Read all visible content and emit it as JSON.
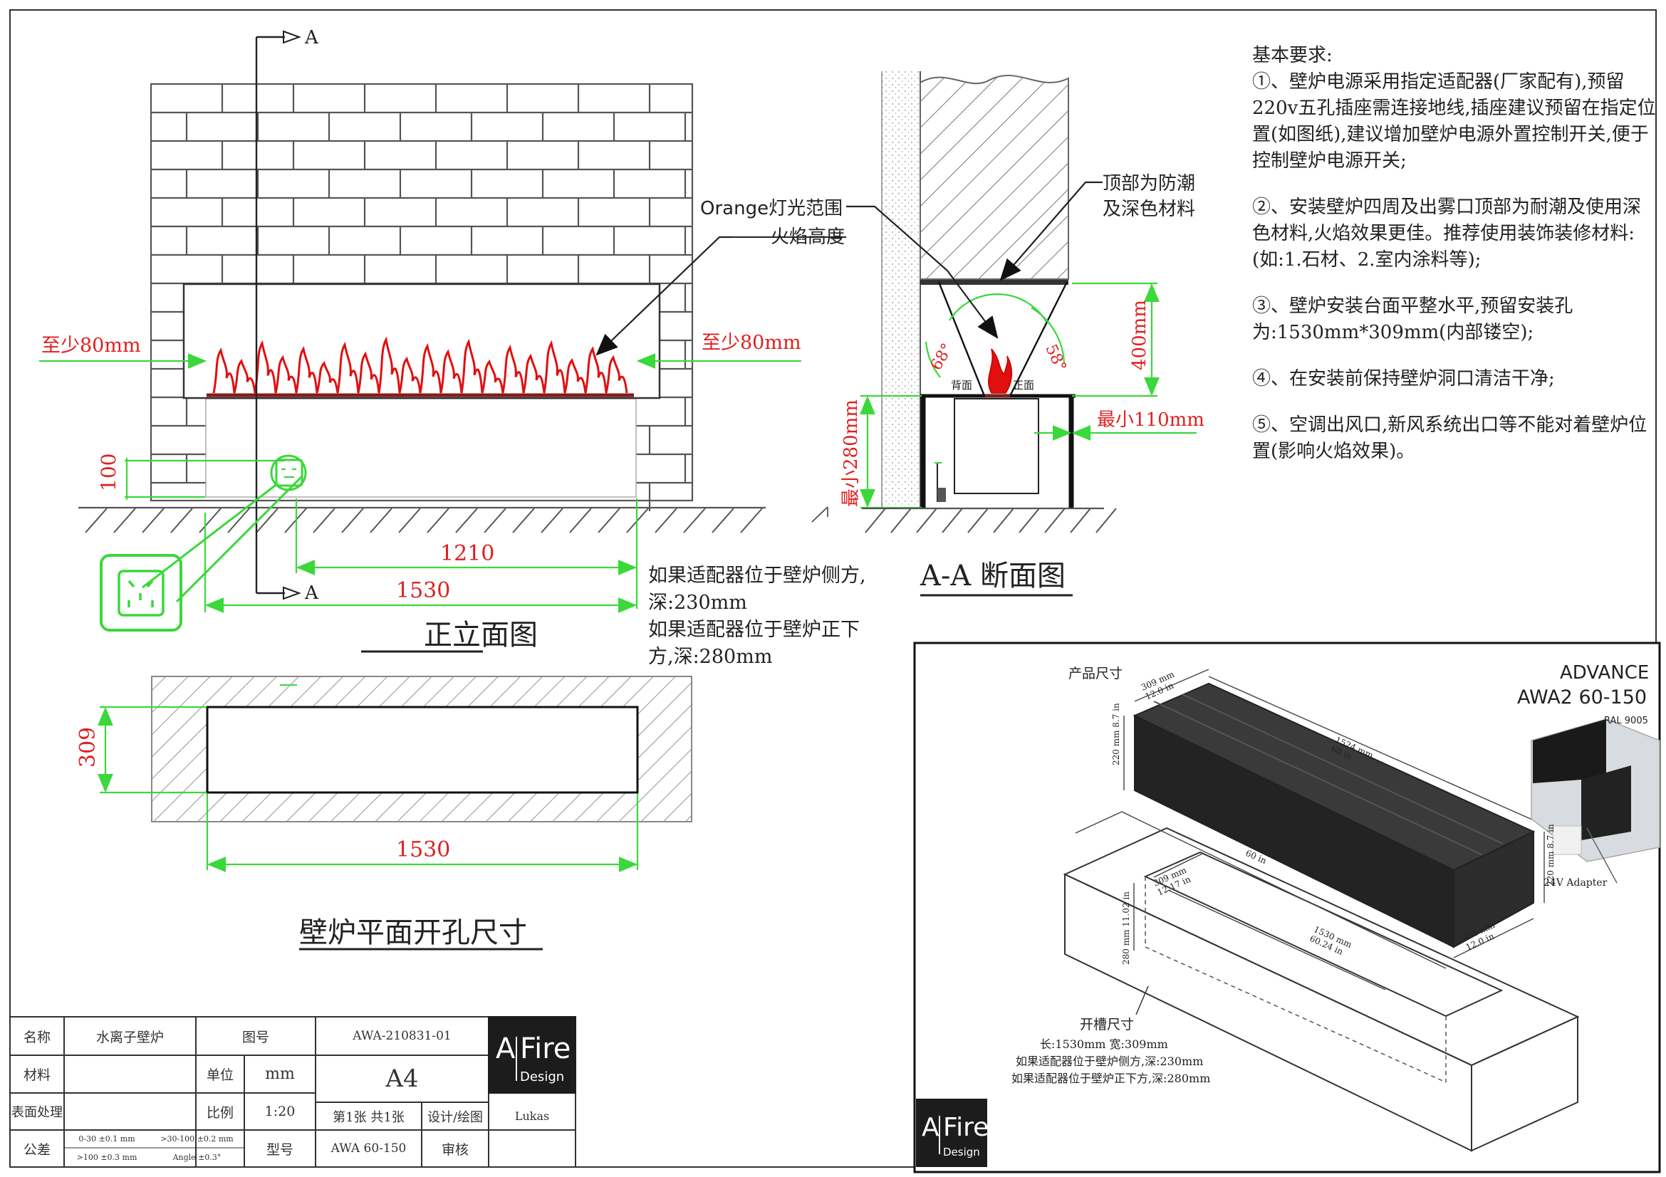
{
  "section_marker": "A",
  "front_view": {
    "title": "正立面图",
    "dim_left": "至少80mm",
    "dim_right": "至少80mm",
    "dim_socket_height": "100",
    "dim_inner_width": "1210",
    "dim_outer_width": "1530",
    "callout_light": "Orange灯光范围",
    "callout_flame": "火焰高度"
  },
  "adapter_note": {
    "line1": "如果适配器位于壁炉侧方,",
    "line2": "深:230mm",
    "line3": "如果适配器位于壁炉正下",
    "line4": "方,深:280mm"
  },
  "section_view": {
    "title": "A-A 断面图",
    "callout_top_1": "顶部为防潮",
    "callout_top_2": "及深色材料",
    "angle_left": "68°",
    "angle_right": "58°",
    "dim_height": "400mm",
    "dim_min_side": "最小110mm",
    "dim_min_depth": "最小280mm",
    "back_label": "背面",
    "front_label": "正面"
  },
  "plan_view": {
    "title": "壁炉平面开孔尺寸",
    "dim_depth": "309",
    "dim_width": "1530"
  },
  "requirements": {
    "heading": "基本要求:",
    "items": [
      "①、壁炉电源采用指定适配器(厂家配有),预留220v五孔插座需连接地线,插座建议预留在指定位置(如图纸),建议增加壁炉电源外置控制开关,便于控制壁炉电源开关;",
      "②、安装壁炉四周及出雾口顶部为耐潮及使用深色材料,火焰效果更佳。推荐使用装饰装修材料:(如:1.石材、2.室内涂料等);",
      "③、壁炉安装台面平整水平,预留安装孔为:1530mm*309mm(内部镂空);",
      "④、在安装前保持壁炉洞口清洁干净;",
      "⑤、空调出风口,新风系统出口等不能对着壁炉位置(影响火焰效果)。"
    ]
  },
  "product_panel": {
    "brand_line1": "ADVANCE",
    "brand_line2": "AWA2 60-150",
    "ral": "RAL 9005",
    "size_label": "产品尺寸",
    "adapter_label": "24V Adapter",
    "dim_top_depth_mm": "309",
    "dim_top_depth_in": "12.0 in",
    "dim_length_mm": "1524",
    "dim_length_in": "60 in",
    "dim_height_mm": "220",
    "dim_height_in": "8.7 in",
    "dim_side_depth_mm": "304",
    "dim_side_depth_in": "12.0 in",
    "dim_slot_depth_mm": "309",
    "dim_slot_depth_in": "12.17 in",
    "dim_slot_len_mm": "1530",
    "dim_slot_len_in": "60.24 in",
    "dim_slot_h_mm": "280",
    "dim_slot_h_in": "11.02 in",
    "slot_title": "开槽尺寸",
    "slot_line1": "长:1530mm    宽:309mm",
    "slot_line2": "如果适配器位于壁炉侧方,深:230mm",
    "slot_line3": "如果适配器位于壁炉正下方,深:280mm"
  },
  "title_block": {
    "name_label": "名称",
    "name_value": "水离子壁炉",
    "drawing_no_label": "图号",
    "drawing_no": "AWA-210831-01",
    "material_label": "材料",
    "unit_label": "单位",
    "unit_value": "mm",
    "paper": "A4",
    "surface_label": "表面处理",
    "scale_label": "比例",
    "scale_value": "1:20",
    "sheet_value": "第1张 共1张",
    "design_label": "设计/绘图",
    "designer": "Lukas",
    "tolerance_label": "公差",
    "tol_1": "0-30 ±0.1 mm",
    "tol_2": ">30-100 ±0.2 mm",
    "tol_3": ">100 ±0.3 mm",
    "tol_4": "Angle ±0.3°",
    "model_label": "型号",
    "model_value": "AWA 60-150",
    "review_label": "审核"
  },
  "logo": {
    "word1": "A",
    "word2": "Fire",
    "word3": "Design"
  }
}
